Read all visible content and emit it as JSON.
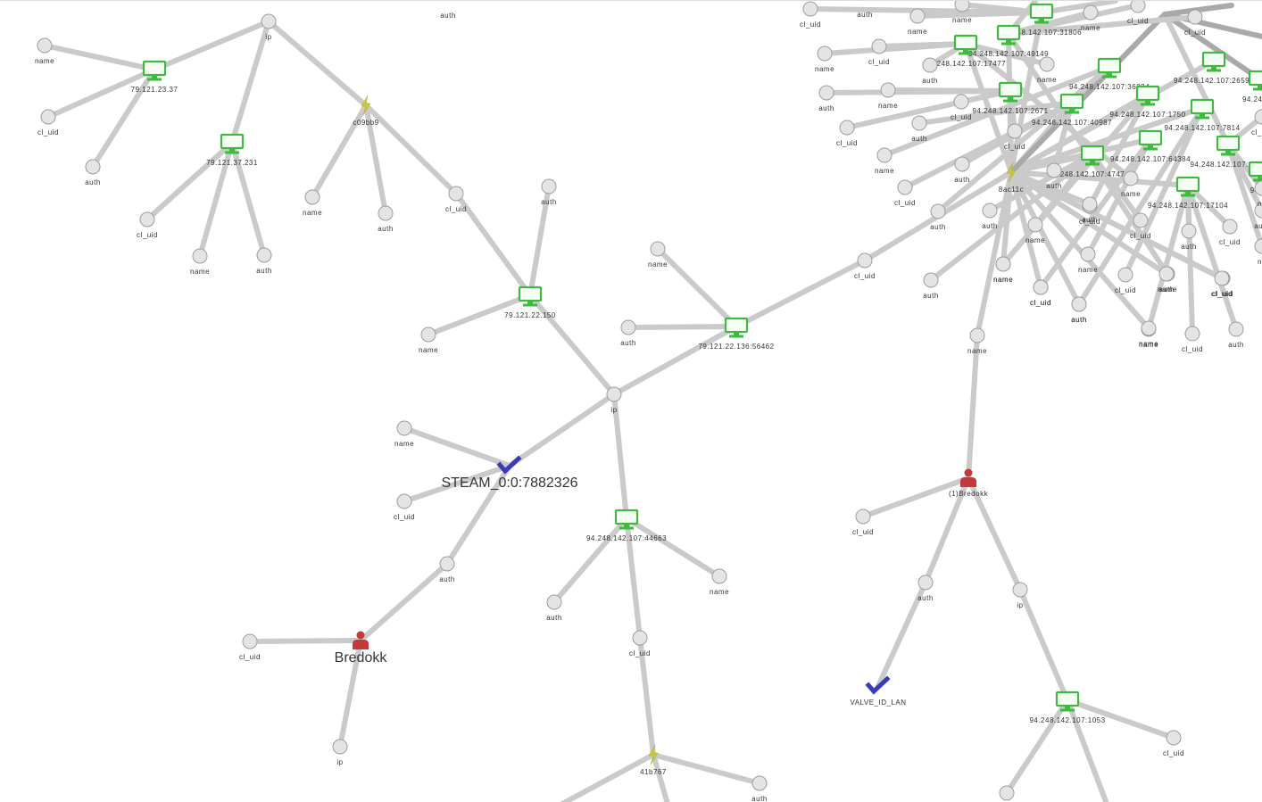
{
  "graph": {
    "colors": {
      "edge": "#cacaca",
      "edge_dark": "#a9a9a9",
      "attribute_node": "#e4e4e4",
      "computer_icon": "#3dbb3d",
      "player_icon": "#c43a3a",
      "steam_id_icon": "#3b3bb5",
      "session_icon": "#c9c938"
    },
    "nodes": [
      {
        "id": "ip_top",
        "icon": "circle",
        "label": "ip"
      },
      {
        "id": "auth_top",
        "icon": "none",
        "label": "auth"
      },
      {
        "id": "n_name_tl",
        "icon": "circle",
        "label": "name"
      },
      {
        "id": "n_cuid_tl",
        "icon": "circle",
        "label": "cl_uid"
      },
      {
        "id": "n_auth_tl",
        "icon": "circle",
        "label": "auth"
      },
      {
        "id": "c_79_37",
        "icon": "computer-icon",
        "label": "79.121.23.37"
      },
      {
        "id": "c_79_231",
        "icon": "computer-icon",
        "label": "79.121.37.231"
      },
      {
        "id": "n_cuid_l2",
        "icon": "circle",
        "label": "cl_uid"
      },
      {
        "id": "n_name_l2",
        "icon": "circle",
        "label": "name"
      },
      {
        "id": "n_auth_l2",
        "icon": "circle",
        "label": "auth"
      },
      {
        "id": "s_c09bb9",
        "icon": "session-icon",
        "label": "c09bb9"
      },
      {
        "id": "n_name_c09",
        "icon": "circle",
        "label": "name"
      },
      {
        "id": "n_auth_c09",
        "icon": "circle",
        "label": "auth"
      },
      {
        "id": "n_cuid_c09",
        "icon": "circle",
        "label": "cl_uid"
      },
      {
        "id": "c_79_150",
        "icon": "computer-icon",
        "label": "79.121.22.150"
      },
      {
        "id": "n_auth_150",
        "icon": "circle",
        "label": "auth"
      },
      {
        "id": "n_name_150",
        "icon": "circle",
        "label": "name"
      },
      {
        "id": "ip_mid",
        "icon": "circle",
        "label": "ip"
      },
      {
        "id": "c_79_136",
        "icon": "computer-icon",
        "label": "79.121.22.136:56462"
      },
      {
        "id": "n_name_136",
        "icon": "circle",
        "label": "name"
      },
      {
        "id": "n_auth_136",
        "icon": "circle",
        "label": "auth"
      },
      {
        "id": "n_cuid_136",
        "icon": "circle",
        "label": "cl_uid"
      },
      {
        "id": "steam",
        "icon": "steam-id-icon",
        "label": "STEAM_0:0:7882326",
        "big": true
      },
      {
        "id": "n_name_steam",
        "icon": "circle",
        "label": "name"
      },
      {
        "id": "n_cuid_steam",
        "icon": "circle",
        "label": "cl_uid"
      },
      {
        "id": "n_auth_steam",
        "icon": "circle",
        "label": "auth"
      },
      {
        "id": "p_bredokk",
        "icon": "player-icon",
        "label": "Bredokk",
        "big": true
      },
      {
        "id": "n_cuid_bred",
        "icon": "circle",
        "label": "cl_uid"
      },
      {
        "id": "n_ip_bred",
        "icon": "circle",
        "label": "ip"
      },
      {
        "id": "c_94_44663",
        "icon": "computer-icon",
        "label": "94.248.142.107:44663"
      },
      {
        "id": "n_auth_44663",
        "icon": "circle",
        "label": "auth"
      },
      {
        "id": "n_name_44663",
        "icon": "circle",
        "label": "name"
      },
      {
        "id": "n_cuid_44663",
        "icon": "circle",
        "label": "cl_uid"
      },
      {
        "id": "s_41b767",
        "icon": "session-icon",
        "label": "41b767"
      },
      {
        "id": "n_auth_41b",
        "icon": "circle",
        "label": "auth"
      },
      {
        "id": "n_name_r",
        "icon": "circle",
        "label": "name"
      },
      {
        "id": "p_1bredokk",
        "icon": "player-icon",
        "label": "(1)Bredokk"
      },
      {
        "id": "n_cuid_1b",
        "icon": "circle",
        "label": "cl_uid"
      },
      {
        "id": "n_auth_1b",
        "icon": "circle",
        "label": "auth"
      },
      {
        "id": "n_ip_1b",
        "icon": "circle",
        "label": "ip"
      },
      {
        "id": "steam_valve",
        "icon": "steam-id-icon",
        "label": "VALVE_ID_LAN"
      },
      {
        "id": "c_94_1053",
        "icon": "computer-icon",
        "label": "94.248.142.107:1053"
      },
      {
        "id": "n_cuid_1053",
        "icon": "circle",
        "label": "cl_uid"
      },
      {
        "id": "n_bl_1053",
        "icon": "circle",
        "label": ""
      },
      {
        "id": "s_8ac11c",
        "icon": "session-icon",
        "label": "8ac11c"
      },
      {
        "id": "c_31806",
        "icon": "computer-icon",
        "label": "94.248.142.107:31806"
      },
      {
        "id": "c_49149",
        "icon": "computer-icon",
        "label": "94.248.142.107:49149"
      },
      {
        "id": "c_17477",
        "icon": "computer-icon",
        "label": "94.248.142.107:17477"
      },
      {
        "id": "c_36034",
        "icon": "computer-icon",
        "label": "94.248.142.107:36034"
      },
      {
        "id": "c_2671",
        "icon": "computer-icon",
        "label": "94.248.142.107:2671"
      },
      {
        "id": "c_40987",
        "icon": "computer-icon",
        "label": "94.248.142.107:40987"
      },
      {
        "id": "c_1750",
        "icon": "computer-icon",
        "label": "94.248.142.107:1750"
      },
      {
        "id": "c_26599",
        "icon": "computer-icon",
        "label": "94.248.142.107:26599"
      },
      {
        "id": "c_94_14",
        "icon": "computer-icon",
        "label": "94.248.14"
      },
      {
        "id": "c_7814",
        "icon": "computer-icon",
        "label": "94.248.142.107:7814"
      },
      {
        "id": "c_64384",
        "icon": "computer-icon",
        "label": "94.248.142.107:64384"
      },
      {
        "id": "c_6303",
        "icon": "computer-icon",
        "label": "94.248.142.107:6303"
      },
      {
        "id": "c_4747",
        "icon": "computer-icon",
        "label": "248.142.107:4747"
      },
      {
        "id": "c_17104",
        "icon": "computer-icon",
        "label": "94.248.142.107:17104"
      },
      {
        "id": "c_94_24",
        "icon": "computer-icon",
        "label": "94.24"
      },
      {
        "id": "tr_cuid_1",
        "icon": "circle",
        "label": "cl_uid"
      },
      {
        "id": "tr_auth_1",
        "icon": "none",
        "label": "auth"
      },
      {
        "id": "tr_name_1",
        "icon": "circle",
        "label": "name"
      },
      {
        "id": "tr_name_2",
        "icon": "circle",
        "label": "name"
      },
      {
        "id": "tr_name_3",
        "icon": "circle",
        "label": "name"
      },
      {
        "id": "tr_cuid_2",
        "icon": "circle",
        "label": "cl_uid"
      },
      {
        "id": "tr_cuid_3",
        "icon": "circle",
        "label": "cl_uid"
      },
      {
        "id": "tr_name_4",
        "icon": "circle",
        "label": "name"
      },
      {
        "id": "tr_cuid_4",
        "icon": "circle",
        "label": "cl_uid"
      },
      {
        "id": "tr_auth_2",
        "icon": "circle",
        "label": "auth"
      },
      {
        "id": "tr_name_5",
        "icon": "circle",
        "label": "name"
      },
      {
        "id": "tr_auth_3",
        "icon": "circle",
        "label": "auth"
      },
      {
        "id": "tr_name_6",
        "icon": "circle",
        "label": "name"
      },
      {
        "id": "tr_auth_4",
        "icon": "circle",
        "label": "auth"
      },
      {
        "id": "tr_cuid_5",
        "icon": "circle",
        "label": "cl_uid"
      },
      {
        "id": "tr_cuid_6",
        "icon": "circle",
        "label": "cl_uid"
      },
      {
        "id": "tr_name_7",
        "icon": "circle",
        "label": "name"
      },
      {
        "id": "tr_cuid_7",
        "icon": "circle",
        "label": "cl_uid"
      },
      {
        "id": "tr_cuid_8",
        "icon": "circle",
        "label": "cl_uid"
      },
      {
        "id": "tr_auth_5",
        "icon": "circle",
        "label": "auth"
      },
      {
        "id": "tr_name_8",
        "icon": "circle",
        "label": "name"
      },
      {
        "id": "tr_auth_6",
        "icon": "circle",
        "label": "auth"
      },
      {
        "id": "tr_auth_7",
        "icon": "circle",
        "label": "auth"
      },
      {
        "id": "tr_auth_8",
        "icon": "circle",
        "label": "auth"
      },
      {
        "id": "tr_name_9",
        "icon": "circle",
        "label": "name"
      },
      {
        "id": "tr_cuid_9",
        "icon": "circle",
        "label": "cl_uid"
      },
      {
        "id": "tr_cuid_10",
        "icon": "circle",
        "label": "cl_uid"
      },
      {
        "id": "tr_name_10",
        "icon": "circle",
        "label": "name"
      },
      {
        "id": "tr_auth_9",
        "icon": "circle",
        "label": "auth"
      },
      {
        "id": "tr_cuid_11",
        "icon": "circle",
        "label": "cl_uid"
      },
      {
        "id": "tr_name_11",
        "icon": "circle",
        "label": "name"
      },
      {
        "id": "tr_auth_10",
        "icon": "circle",
        "label": "auth"
      },
      {
        "id": "tr_cuid_12",
        "icon": "circle",
        "label": "cl_uid"
      },
      {
        "id": "tr_name_12",
        "icon": "circle",
        "label": "name"
      },
      {
        "id": "tr_cuid_13",
        "icon": "circle",
        "label": "cl_uid"
      },
      {
        "id": "tr_auth_11",
        "icon": "circle",
        "label": "auth"
      },
      {
        "id": "tr_cuid_14",
        "icon": "circle",
        "label": "cl_uid"
      },
      {
        "id": "tr_name_13",
        "icon": "circle",
        "label": "name"
      },
      {
        "id": "tr_cuid_15",
        "icon": "circle",
        "label": "cl_uid"
      },
      {
        "id": "tr_auth_12",
        "icon": "circle",
        "label": "auth"
      },
      {
        "id": "tr_auth_13",
        "icon": "circle",
        "label": "auth"
      },
      {
        "id": "tr_name_14",
        "icon": "circle",
        "label": "na"
      },
      {
        "id": "tr_name_15",
        "icon": "circle",
        "label": "na"
      },
      {
        "id": "tr_cuid_16",
        "icon": "circle",
        "label": "cl_uid"
      },
      {
        "id": "tr_auth_14",
        "icon": "circle",
        "label": "auth"
      },
      {
        "id": "tr_name_16",
        "icon": "circle",
        "label": "name"
      },
      {
        "id": "tr_cuid_17",
        "icon": "circle",
        "label": "cl_uid"
      },
      {
        "id": "tr_auth_15",
        "icon": "circle",
        "label": "auth"
      },
      {
        "id": "tr_auth_16",
        "icon": "circle",
        "label": "auth"
      },
      {
        "id": "tr_cuid_18",
        "icon": "circle",
        "label": "cl_uid"
      },
      {
        "id": "tr_name_17",
        "icon": "circle",
        "label": "name"
      }
    ],
    "edges": [
      [
        "ip_top",
        "c_79_37"
      ],
      [
        "ip_top",
        "c_79_231"
      ],
      [
        "ip_top",
        "s_c09bb9"
      ],
      [
        "c_79_37",
        "n_name_tl"
      ],
      [
        "c_79_37",
        "n_cuid_tl"
      ],
      [
        "c_79_37",
        "n_auth_tl"
      ],
      [
        "c_79_231",
        "n_cuid_l2"
      ],
      [
        "c_79_231",
        "n_name_l2"
      ],
      [
        "c_79_231",
        "n_auth_l2"
      ],
      [
        "s_c09bb9",
        "n_name_c09"
      ],
      [
        "s_c09bb9",
        "n_auth_c09"
      ],
      [
        "s_c09bb9",
        "n_cuid_c09"
      ],
      [
        "n_cuid_c09",
        "c_79_150"
      ],
      [
        "c_79_150",
        "n_auth_150"
      ],
      [
        "c_79_150",
        "n_name_150"
      ],
      [
        "c_79_150",
        "ip_mid"
      ],
      [
        "ip_mid",
        "c_79_136"
      ],
      [
        "ip_mid",
        "steam"
      ],
      [
        "ip_mid",
        "c_94_44663"
      ],
      [
        "c_79_136",
        "n_name_136"
      ],
      [
        "c_79_136",
        "n_auth_136"
      ],
      [
        "c_79_136",
        "n_cuid_136"
      ],
      [
        "n_cuid_136",
        "s_8ac11c"
      ],
      [
        "steam",
        "n_name_steam"
      ],
      [
        "steam",
        "n_cuid_steam"
      ],
      [
        "steam",
        "n_auth_steam"
      ],
      [
        "n_auth_steam",
        "p_bredokk"
      ],
      [
        "p_bredokk",
        "n_cuid_bred"
      ],
      [
        "p_bredokk",
        "n_ip_bred"
      ],
      [
        "c_94_44663",
        "n_auth_44663"
      ],
      [
        "c_94_44663",
        "n_name_44663"
      ],
      [
        "c_94_44663",
        "n_cuid_44663"
      ],
      [
        "n_cuid_44663",
        "s_41b767"
      ],
      [
        "s_41b767",
        "n_auth_41b"
      ],
      [
        "s_41b767",
        "off_bl1"
      ],
      [
        "s_41b767",
        "off_bl2"
      ],
      [
        "s_8ac11c",
        "n_name_r"
      ],
      [
        "n_name_r",
        "p_1bredokk"
      ],
      [
        "p_1bredokk",
        "n_cuid_1b"
      ],
      [
        "p_1bredokk",
        "n_auth_1b"
      ],
      [
        "p_1bredokk",
        "n_ip_1b"
      ],
      [
        "n_auth_1b",
        "steam_valve"
      ],
      [
        "n_ip_1b",
        "c_94_1053"
      ],
      [
        "c_94_1053",
        "n_cuid_1053"
      ],
      [
        "c_94_1053",
        "n_bl_1053"
      ],
      [
        "c_94_1053",
        "off_br1"
      ],
      [
        "s_8ac11c",
        "c_31806"
      ],
      [
        "s_8ac11c",
        "c_49149"
      ],
      [
        "s_8ac11c",
        "c_17477"
      ],
      [
        "s_8ac11c",
        "c_36034"
      ],
      [
        "s_8ac11c",
        "c_2671"
      ],
      [
        "s_8ac11c",
        "c_40987"
      ],
      [
        "s_8ac11c",
        "c_1750"
      ],
      [
        "s_8ac11c",
        "c_26599"
      ],
      [
        "s_8ac11c",
        "c_7814"
      ],
      [
        "s_8ac11c",
        "c_64384"
      ],
      [
        "s_8ac11c",
        "c_4747"
      ],
      [
        "s_8ac11c",
        "c_17104"
      ],
      [
        "s_8ac11c",
        "hub_tr"
      ],
      [
        "hub_tr",
        "c_6303"
      ],
      [
        "hub_tr",
        "c_94_14"
      ],
      [
        "hub_tr",
        "off_tr1"
      ],
      [
        "hub_tr",
        "off_tr2"
      ],
      [
        "c_31806",
        "tr_name_1"
      ],
      [
        "c_31806",
        "tr_cuid_1"
      ],
      [
        "c_31806",
        "tr_name_2"
      ],
      [
        "c_31806",
        "off_t1"
      ],
      [
        "c_49149",
        "tr_cuid_2"
      ],
      [
        "c_49149",
        "tr_name_3"
      ],
      [
        "c_49149",
        "off_t2"
      ],
      [
        "c_17477",
        "tr_auth_2"
      ],
      [
        "c_17477",
        "tr_name_4"
      ],
      [
        "c_17477",
        "tr_cuid_4"
      ],
      [
        "c_17477",
        "tr_name_5"
      ],
      [
        "c_2671",
        "tr_auth_3"
      ],
      [
        "c_2671",
        "tr_cuid_5"
      ],
      [
        "c_2671",
        "tr_cuid_6"
      ],
      [
        "c_2671",
        "tr_name_6"
      ],
      [
        "c_2671",
        "tr_cuid_7"
      ],
      [
        "c_40987",
        "tr_auth_4"
      ],
      [
        "c_40987",
        "tr_cuid_8"
      ],
      [
        "c_40987",
        "tr_auth_5"
      ],
      [
        "c_40987",
        "tr_auth_6"
      ],
      [
        "c_36034",
        "tr_name_7"
      ],
      [
        "c_36034",
        "tr_auth_7"
      ],
      [
        "c_4747",
        "tr_auth_8"
      ],
      [
        "c_4747",
        "tr_name_9"
      ],
      [
        "c_4747",
        "tr_cuid_10"
      ],
      [
        "c_4747",
        "tr_auth_9"
      ],
      [
        "c_1750",
        "tr_cuid_9"
      ],
      [
        "c_1750",
        "tr_name_10"
      ],
      [
        "c_64384",
        "tr_cuid_11"
      ],
      [
        "c_64384",
        "tr_name_11"
      ],
      [
        "c_7814",
        "tr_auth_10"
      ],
      [
        "c_7814",
        "tr_cuid_12"
      ],
      [
        "c_17104",
        "tr_auth_11"
      ],
      [
        "c_17104",
        "tr_cuid_14"
      ],
      [
        "c_17104",
        "tr_name_13"
      ],
      [
        "c_17104",
        "tr_cuid_15"
      ],
      [
        "c_17104",
        "tr_auth_12"
      ],
      [
        "c_6303",
        "tr_cuid_16"
      ],
      [
        "c_6303",
        "tr_name_14"
      ],
      [
        "c_6303",
        "tr_name_15"
      ],
      [
        "c_6303",
        "tr_auth_13"
      ],
      [
        "s_8ac11c",
        "tr_auth_14"
      ],
      [
        "s_8ac11c",
        "tr_name_16"
      ],
      [
        "s_8ac11c",
        "tr_cuid_17"
      ],
      [
        "s_8ac11c",
        "tr_auth_15"
      ],
      [
        "s_8ac11c",
        "tr_auth_16"
      ],
      [
        "s_8ac11c",
        "tr_cuid_18"
      ],
      [
        "s_8ac11c",
        "tr_name_17"
      ],
      [
        "s_8ac11c",
        "tr_cuid_13"
      ],
      [
        "tr_name_12",
        "c_49149"
      ],
      [
        "tr_cuid_3",
        "c_49149"
      ],
      [
        "tr_name_8",
        "c_17477"
      ]
    ]
  }
}
